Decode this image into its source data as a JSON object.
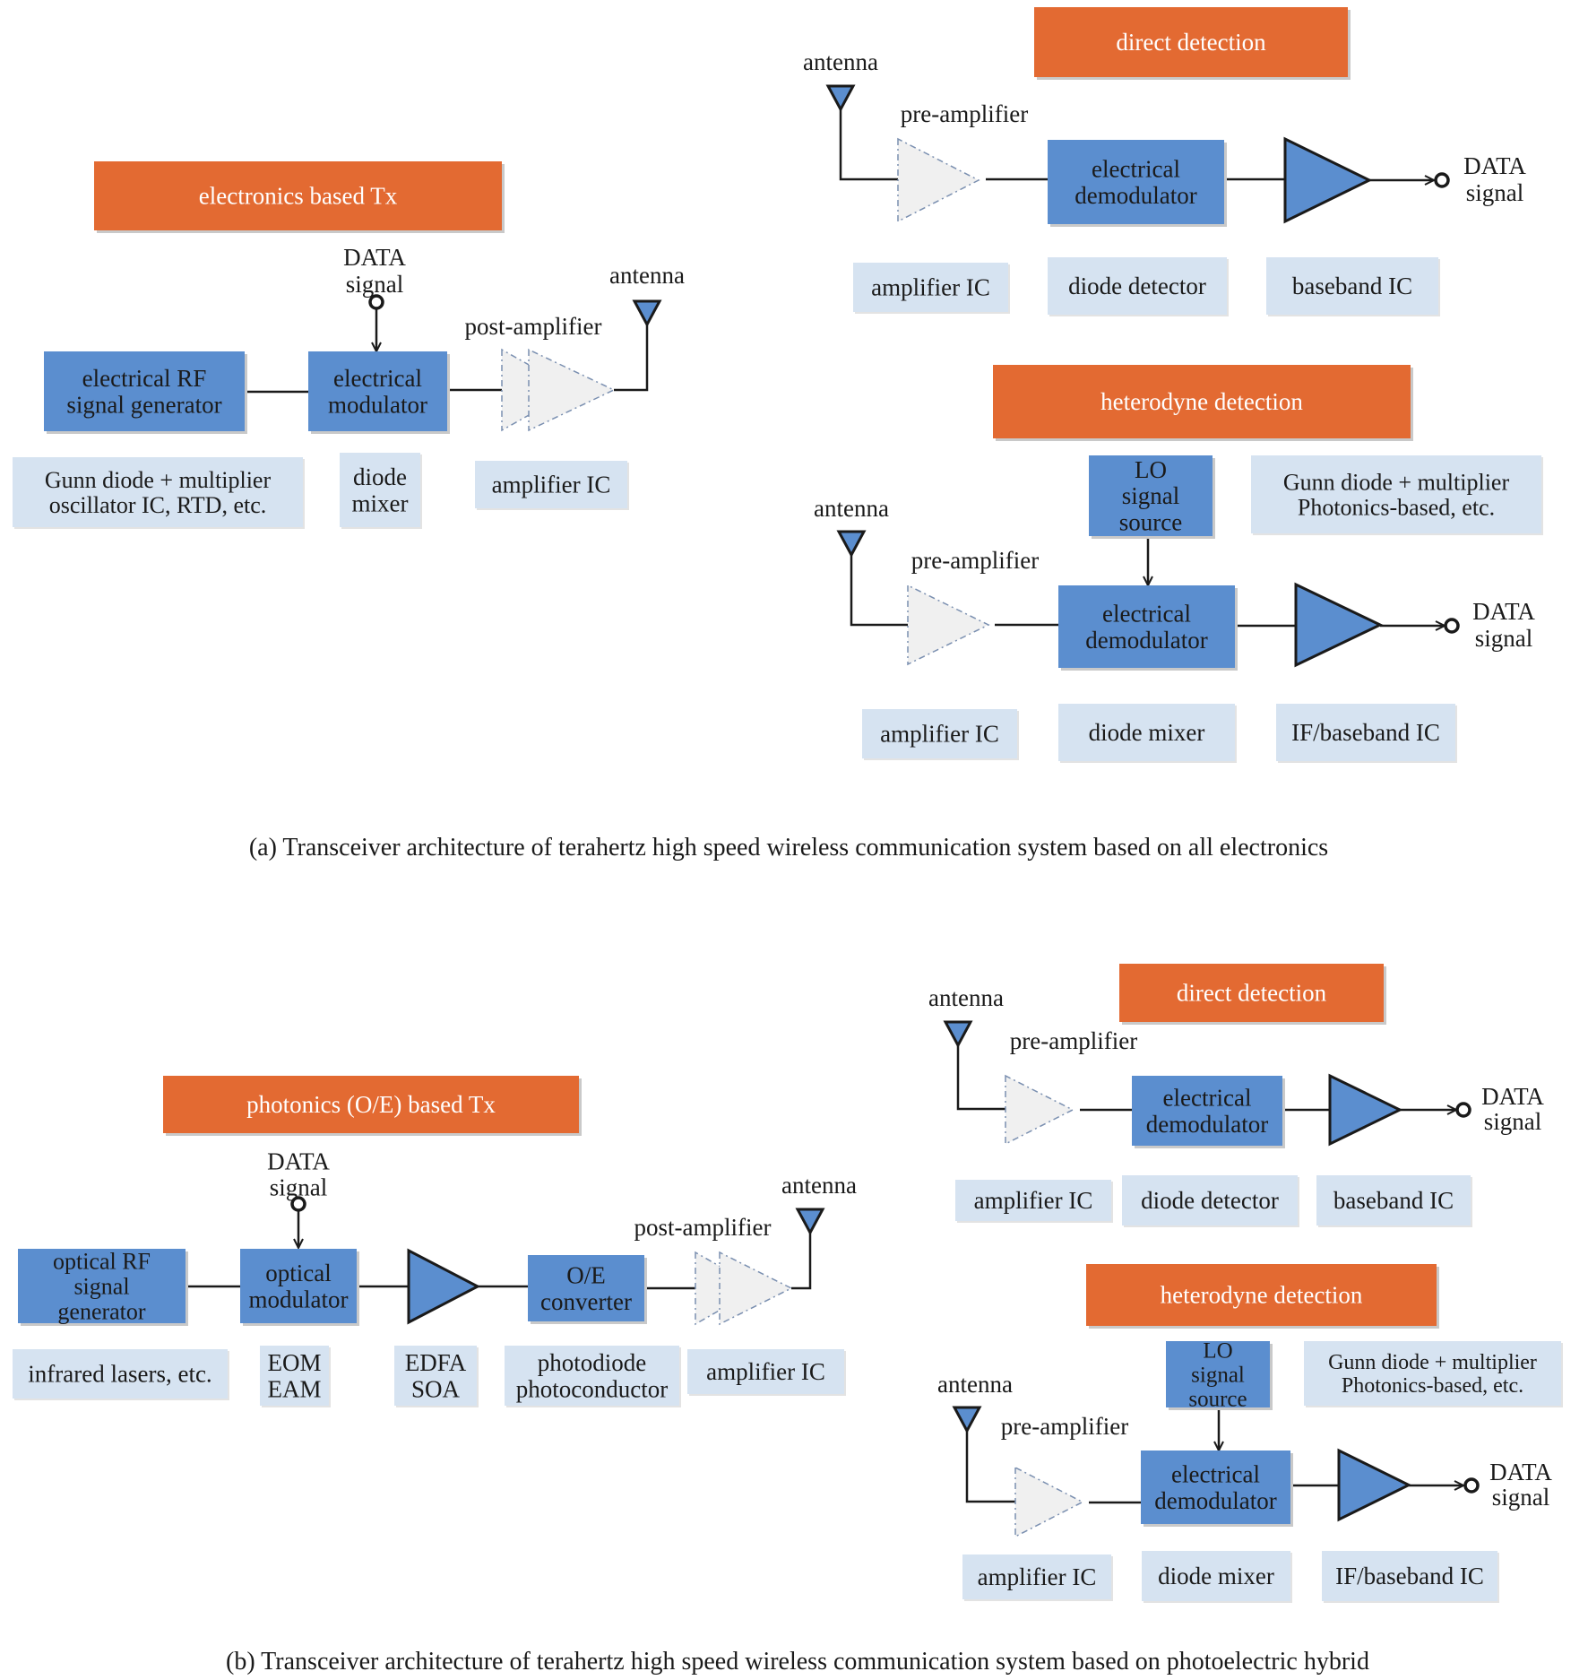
{
  "colors": {
    "header": "#E36A32",
    "block": "#5B8ECF",
    "label": "#D6E3F1",
    "amp_filled": "#5B8ECF",
    "amp_hollow": "#F0F0F0",
    "line": "#1A1A1A"
  },
  "panel_a": {
    "tx": {
      "header": "electronics based Tx",
      "data_signal": [
        "DATA",
        "signal"
      ],
      "antenna": "antenna",
      "post_amplifier": "post-amplifier",
      "blocks": {
        "rf_generator": [
          "electrical RF",
          "signal generator"
        ],
        "modulator": [
          "electrical",
          "modulator"
        ]
      },
      "labels": {
        "rf_generator": [
          "Gunn diode + multiplier",
          "oscillator IC, RTD, etc."
        ],
        "modulator": [
          "diode",
          "mixer"
        ],
        "amplifier": [
          "amplifier IC"
        ]
      }
    },
    "rx_direct": {
      "header": "direct detection",
      "antenna": "antenna",
      "pre_amplifier": "pre-amplifier",
      "demodulator": [
        "electrical",
        "demodulator"
      ],
      "data_signal": [
        "DATA",
        "signal"
      ],
      "labels": {
        "amplifier": [
          "amplifier IC"
        ],
        "detector": [
          "diode detector"
        ],
        "baseband": [
          "baseband IC"
        ]
      }
    },
    "rx_heterodyne": {
      "header": "heterodyne detection",
      "antenna": "antenna",
      "pre_amplifier": "pre-amplifier",
      "lo_source": [
        "LO",
        "signal",
        "source"
      ],
      "demodulator": [
        "electrical",
        "demodulator"
      ],
      "data_signal": [
        "DATA",
        "signal"
      ],
      "labels": {
        "lo": [
          "Gunn diode + multiplier",
          "Photonics-based, etc."
        ],
        "amplifier": [
          "amplifier IC"
        ],
        "mixer": [
          "diode mixer"
        ],
        "baseband": [
          "IF/baseband IC"
        ]
      }
    },
    "caption": "(a) Transceiver architecture of terahertz high speed wireless communication system based on all electronics"
  },
  "panel_b": {
    "tx": {
      "header": "photonics (O/E) based Tx",
      "data_signal": [
        "DATA",
        "signal"
      ],
      "antenna": "antenna",
      "post_amplifier": "post-amplifier",
      "blocks": {
        "rf_generator": [
          "optical RF",
          "signal",
          "generator"
        ],
        "modulator": [
          "optical",
          "modulator"
        ],
        "oe_converter": [
          "O/E",
          "converter"
        ]
      },
      "labels": {
        "rf_generator": [
          "infrared lasers, etc."
        ],
        "modulator": [
          "EOM",
          "EAM"
        ],
        "edfa": [
          "EDFA",
          "SOA"
        ],
        "oe_converter": [
          "photodiode",
          "photoconductor"
        ],
        "amplifier": [
          "amplifier IC"
        ]
      }
    },
    "rx_direct": {
      "header": "direct detection",
      "antenna": "antenna",
      "pre_amplifier": "pre-amplifier",
      "demodulator": [
        "electrical",
        "demodulator"
      ],
      "data_signal": [
        "DATA",
        "signal"
      ],
      "labels": {
        "amplifier": [
          "amplifier IC"
        ],
        "detector": [
          "diode detector"
        ],
        "baseband": [
          "baseband IC"
        ]
      }
    },
    "rx_heterodyne": {
      "header": "heterodyne detection",
      "antenna": "antenna",
      "pre_amplifier": "pre-amplifier",
      "lo_source": [
        "LO",
        "signal",
        "source"
      ],
      "demodulator": [
        "electrical",
        "demodulator"
      ],
      "data_signal": [
        "DATA",
        "signal"
      ],
      "labels": {
        "lo": [
          "Gunn diode + multiplier",
          "Photonics-based, etc."
        ],
        "amplifier": [
          "amplifier IC"
        ],
        "mixer": [
          "diode mixer"
        ],
        "baseband": [
          "IF/baseband IC"
        ]
      }
    },
    "caption": "(b)  Transceiver architecture of terahertz high speed wireless communication system based on photoelectric hybrid"
  }
}
